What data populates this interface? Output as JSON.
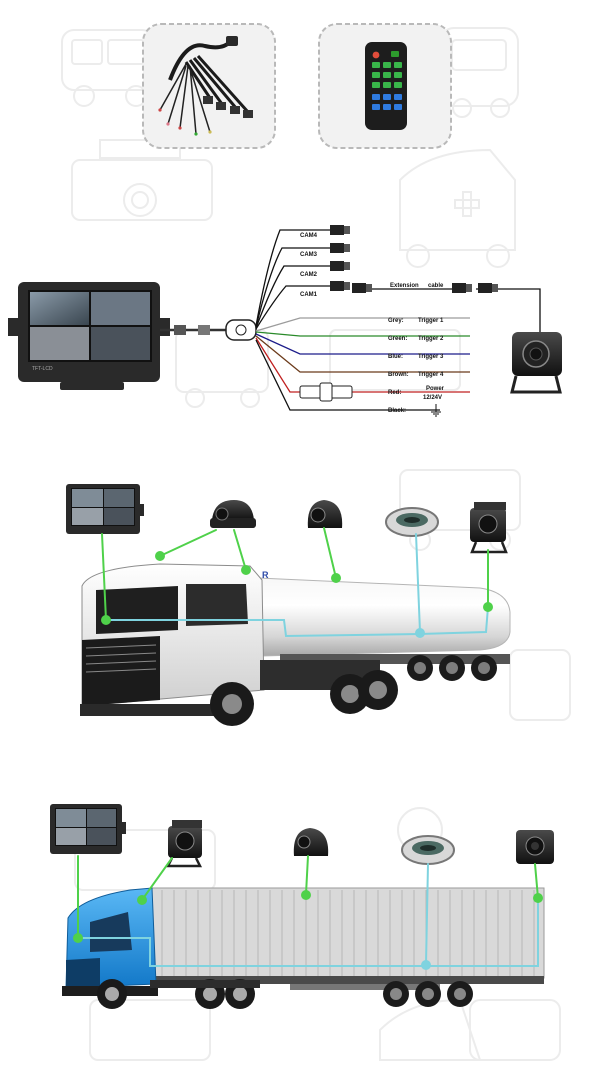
{
  "colors": {
    "green_dot": "#4fd14a",
    "green_line": "#4fd14a",
    "cyan_line": "#7fd3df",
    "blue_cab": "#1e9ff0",
    "panel_bg": "#f2f2f2",
    "panel_border": "#bdbdbd"
  },
  "accessories": {
    "harness_icon": "wiring-harness-icon",
    "remote_icon": "remote-control-icon"
  },
  "monitor": {
    "brand": "TFT-LCD"
  },
  "wiring": {
    "cams": [
      "CAM4",
      "CAM3",
      "CAM2",
      "CAM1"
    ],
    "extension_label": "Extension",
    "cable_label": "cable",
    "triggers": [
      {
        "color": "Grey:",
        "label": "Trigger 1"
      },
      {
        "color": "Green:",
        "label": "Trigger 2"
      },
      {
        "color": "Blue:",
        "label": "Trigger 3"
      },
      {
        "color": "Brown:",
        "label": "Trigger 4"
      }
    ],
    "power": {
      "color": "Red:",
      "label": "Power",
      "voltage": "12/24V"
    },
    "ground": {
      "color": "Black:"
    }
  },
  "tanker": {
    "trailer_mark": "R"
  }
}
